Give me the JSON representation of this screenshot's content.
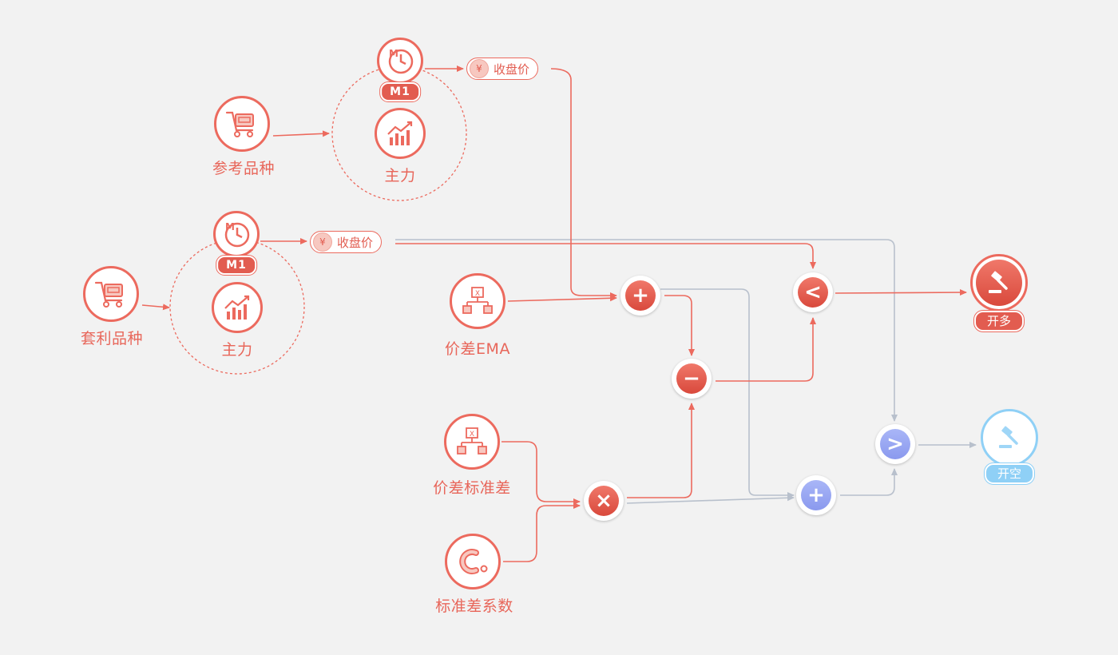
{
  "nodes": {
    "ref_variety": {
      "label": "参考品种"
    },
    "arb_variety": {
      "label": "套利品种"
    },
    "ref_main": {
      "label": "主力"
    },
    "arb_main": {
      "label": "主力"
    },
    "ref_period": {
      "badge": "M1"
    },
    "arb_period": {
      "badge": "M1"
    },
    "ref_close": {
      "label": "收盘价",
      "symbol": "¥"
    },
    "arb_close": {
      "label": "收盘价",
      "symbol": "¥"
    },
    "spread_ema": {
      "label": "价差EMA",
      "icon_text": "X"
    },
    "spread_std": {
      "label": "价差标准差",
      "icon_text": "X"
    },
    "std_coef": {
      "label": "标准差系数"
    },
    "op_plus_top": {
      "symbol": "+"
    },
    "op_minus": {
      "symbol": "−"
    },
    "op_times": {
      "symbol": "×"
    },
    "op_less": {
      "symbol": "<"
    },
    "op_plus_bottom": {
      "symbol": "+"
    },
    "op_greater": {
      "symbol": ">"
    },
    "open_long": {
      "label": "开多"
    },
    "open_short": {
      "label": "开空"
    }
  },
  "colors": {
    "active": "#ec6a5e",
    "inactive_wire": "#b8c0cc",
    "inactive_op": "#8a99ee",
    "inactive_out": "#8fd0f6",
    "background": "#f2f2f2"
  },
  "icons": {
    "variety": "cart-icon",
    "main": "trend-chart-icon",
    "period": "clock-icon",
    "indicator": "tree-diagram-icon",
    "coefficient": "constant-c-icon",
    "order": "gavel-icon"
  }
}
